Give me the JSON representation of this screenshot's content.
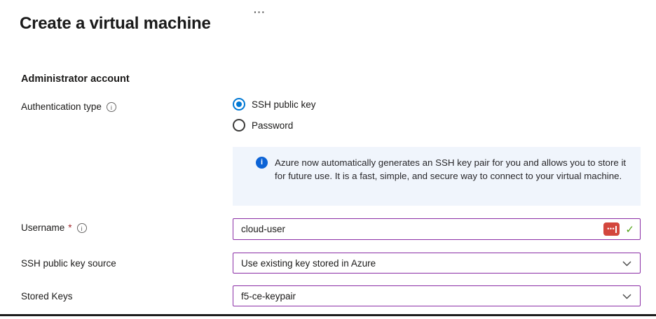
{
  "page": {
    "title": "Create a virtual machine",
    "more_options": "···"
  },
  "section": {
    "heading": "Administrator account"
  },
  "icons": {
    "info_glyph": "i",
    "check_glyph": "✓",
    "password_manager_dots": "•••"
  },
  "fields": {
    "auth_type": {
      "label": "Authentication type",
      "options": [
        {
          "label": "SSH public key",
          "selected": true
        },
        {
          "label": "Password",
          "selected": false
        }
      ]
    },
    "info_banner": {
      "text": "Azure now automatically generates an SSH key pair for you and allows you to store it for future use. It is a fast, simple, and secure way to connect to your virtual machine."
    },
    "username": {
      "label": "Username",
      "required_marker": "*",
      "value": "cloud-user"
    },
    "ssh_key_source": {
      "label": "SSH public key source",
      "value": "Use existing key stored in Azure"
    },
    "stored_keys": {
      "label": "Stored Keys",
      "value": "f5-ce-keypair"
    }
  },
  "colors": {
    "accent_blue": "#0078d4",
    "modified_field_purple": "#8a2da5",
    "info_banner_bg": "#f0f5fc",
    "info_icon_blue": "#0c63d6",
    "required_red": "#a4262c",
    "valid_green": "#52a317",
    "password_icon_red": "#d3473d",
    "bottom_divider": "#1c1c1c"
  }
}
